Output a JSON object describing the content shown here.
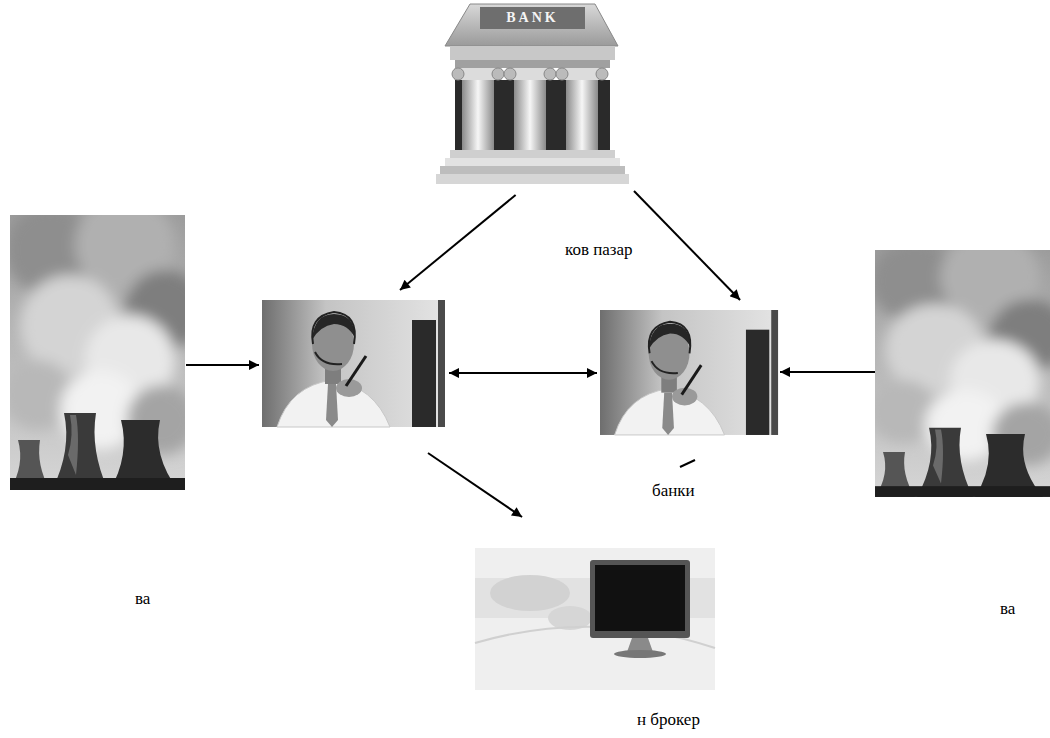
{
  "diagram": {
    "nodes": [
      {
        "text": [
          "BANK"
        ]
      },
      {
        "text": [
          "ва"
        ]
      },
      {
        "text": []
      },
      {
        "text": [
          "банки"
        ]
      },
      {
        "text": [
          "ва"
        ]
      },
      {
        "text": [
          "н брокер"
        ]
      }
    ],
    "edges": [
      {
        "from": 0,
        "to": 2,
        "arrow": "to"
      },
      {
        "from": 0,
        "to": 3,
        "arrow": "to"
      },
      {
        "from": 1,
        "to": 2,
        "arrow": "to"
      },
      {
        "from": 2,
        "to": 3,
        "arrow": "both"
      },
      {
        "from": 4,
        "to": 3,
        "arrow": "to"
      },
      {
        "from": 2,
        "to": 5,
        "arrow": "to"
      }
    ],
    "labels": [
      "ков пазар"
    ]
  }
}
